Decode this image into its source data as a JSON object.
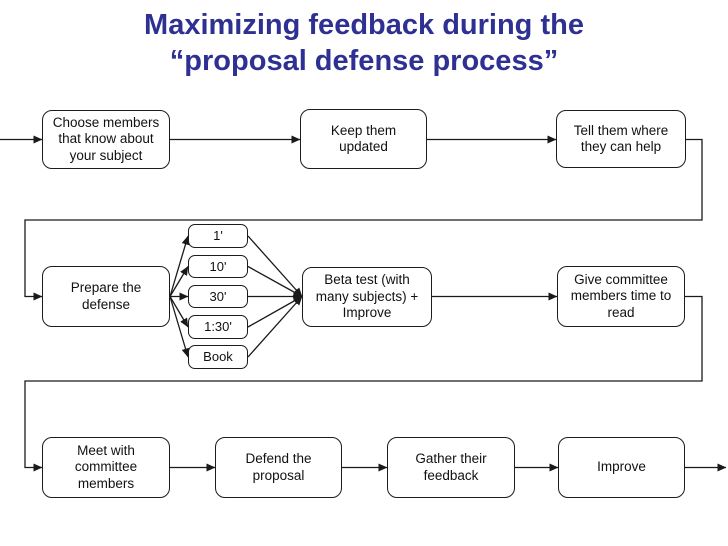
{
  "title": {
    "line1": "Maximizing feedback during the",
    "line2": "“proposal defense process”"
  },
  "colors": {
    "title_text": "#2e3192",
    "connector_line": "#1a1a1a",
    "box_border": "#1c1c1c",
    "box_fill": "#ffffff",
    "box_text": "#111111",
    "background": "#ffffff"
  },
  "nodes": {
    "choose_members": {
      "label": "Choose members\nthat know about\nyour subject"
    },
    "keep_updated": {
      "label": "Keep them\nupdated"
    },
    "tell_where_help": {
      "label": "Tell them where\nthey can help"
    },
    "prepare_defense": {
      "label": "Prepare the\ndefense"
    },
    "time_1": {
      "label": "1'"
    },
    "time_10": {
      "label": "10'"
    },
    "time_30": {
      "label": "30'"
    },
    "time_1_30": {
      "label": "1:30'"
    },
    "book": {
      "label": "Book"
    },
    "beta_test": {
      "label": "Beta test (with\nmany subjects) +\nImprove"
    },
    "give_time_read": {
      "label": "Give committee\nmembers time to\nread"
    },
    "meet_committee": {
      "label": "Meet with\ncommittee\nmembers"
    },
    "defend_proposal": {
      "label": "Defend the\nproposal"
    },
    "gather_feedback": {
      "label": "Gather their\nfeedback"
    },
    "improve": {
      "label": "Improve"
    }
  }
}
